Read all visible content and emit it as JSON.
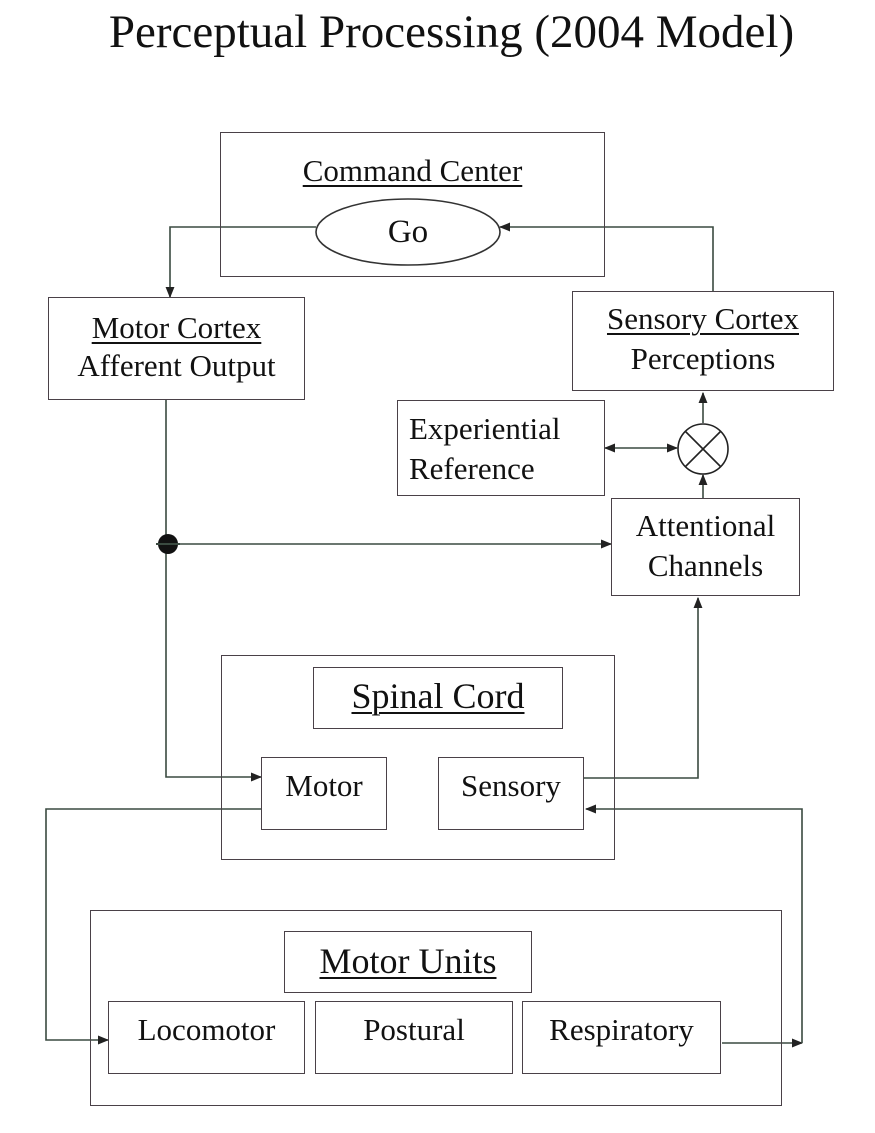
{
  "title": "Perceptual Processing (2004 Model)",
  "command": {
    "heading": "Command Center",
    "go": "Go"
  },
  "motor_cortex": {
    "line1": "Motor Cortex",
    "line2": "Afferent Output"
  },
  "sensory_cortex": {
    "line1": "Sensory Cortex",
    "line2": "Perceptions"
  },
  "experiential": {
    "line1": "Experiential",
    "line2": "Reference"
  },
  "attentional": {
    "line1": "Attentional",
    "line2": "Channels"
  },
  "spinal": {
    "heading": "Spinal Cord",
    "motor": "Motor",
    "sensory": "Sensory"
  },
  "motor_units": {
    "heading": "Motor Units",
    "items": [
      "Locomotor",
      "Postural",
      "Respiratory"
    ]
  },
  "colors": {
    "ink": "#1a1a1a",
    "box_border": "#4a4148",
    "wire": "#3a4a40"
  }
}
